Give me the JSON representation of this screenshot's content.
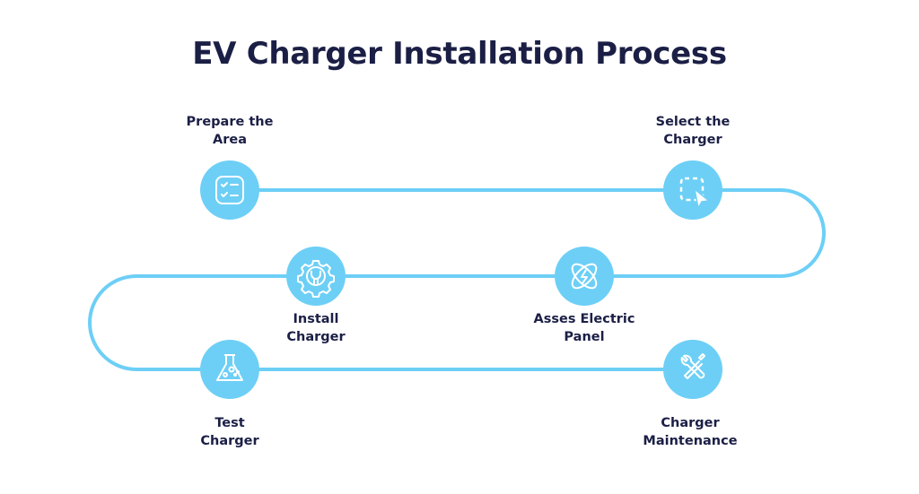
{
  "title": "EV Charger Installation Process",
  "colors": {
    "accent": "#6dcff6",
    "text": "#1b1f45",
    "icon": "#ffffff"
  },
  "steps": [
    {
      "order": 1,
      "lines": [
        "Prepare the",
        "Area"
      ],
      "icon": "checklist-icon"
    },
    {
      "order": 2,
      "lines": [
        "Select the",
        "Charger"
      ],
      "icon": "selection-cursor-icon"
    },
    {
      "order": 3,
      "lines": [
        "Asses Electric",
        "Panel"
      ],
      "icon": "electric-atom-icon"
    },
    {
      "order": 4,
      "lines": [
        "Install",
        "Charger"
      ],
      "icon": "gear-wrench-icon"
    },
    {
      "order": 5,
      "lines": [
        "Test",
        "Charger"
      ],
      "icon": "flask-icon"
    },
    {
      "order": 6,
      "lines": [
        "Charger",
        "Maintenance"
      ],
      "icon": "tools-icon"
    }
  ]
}
